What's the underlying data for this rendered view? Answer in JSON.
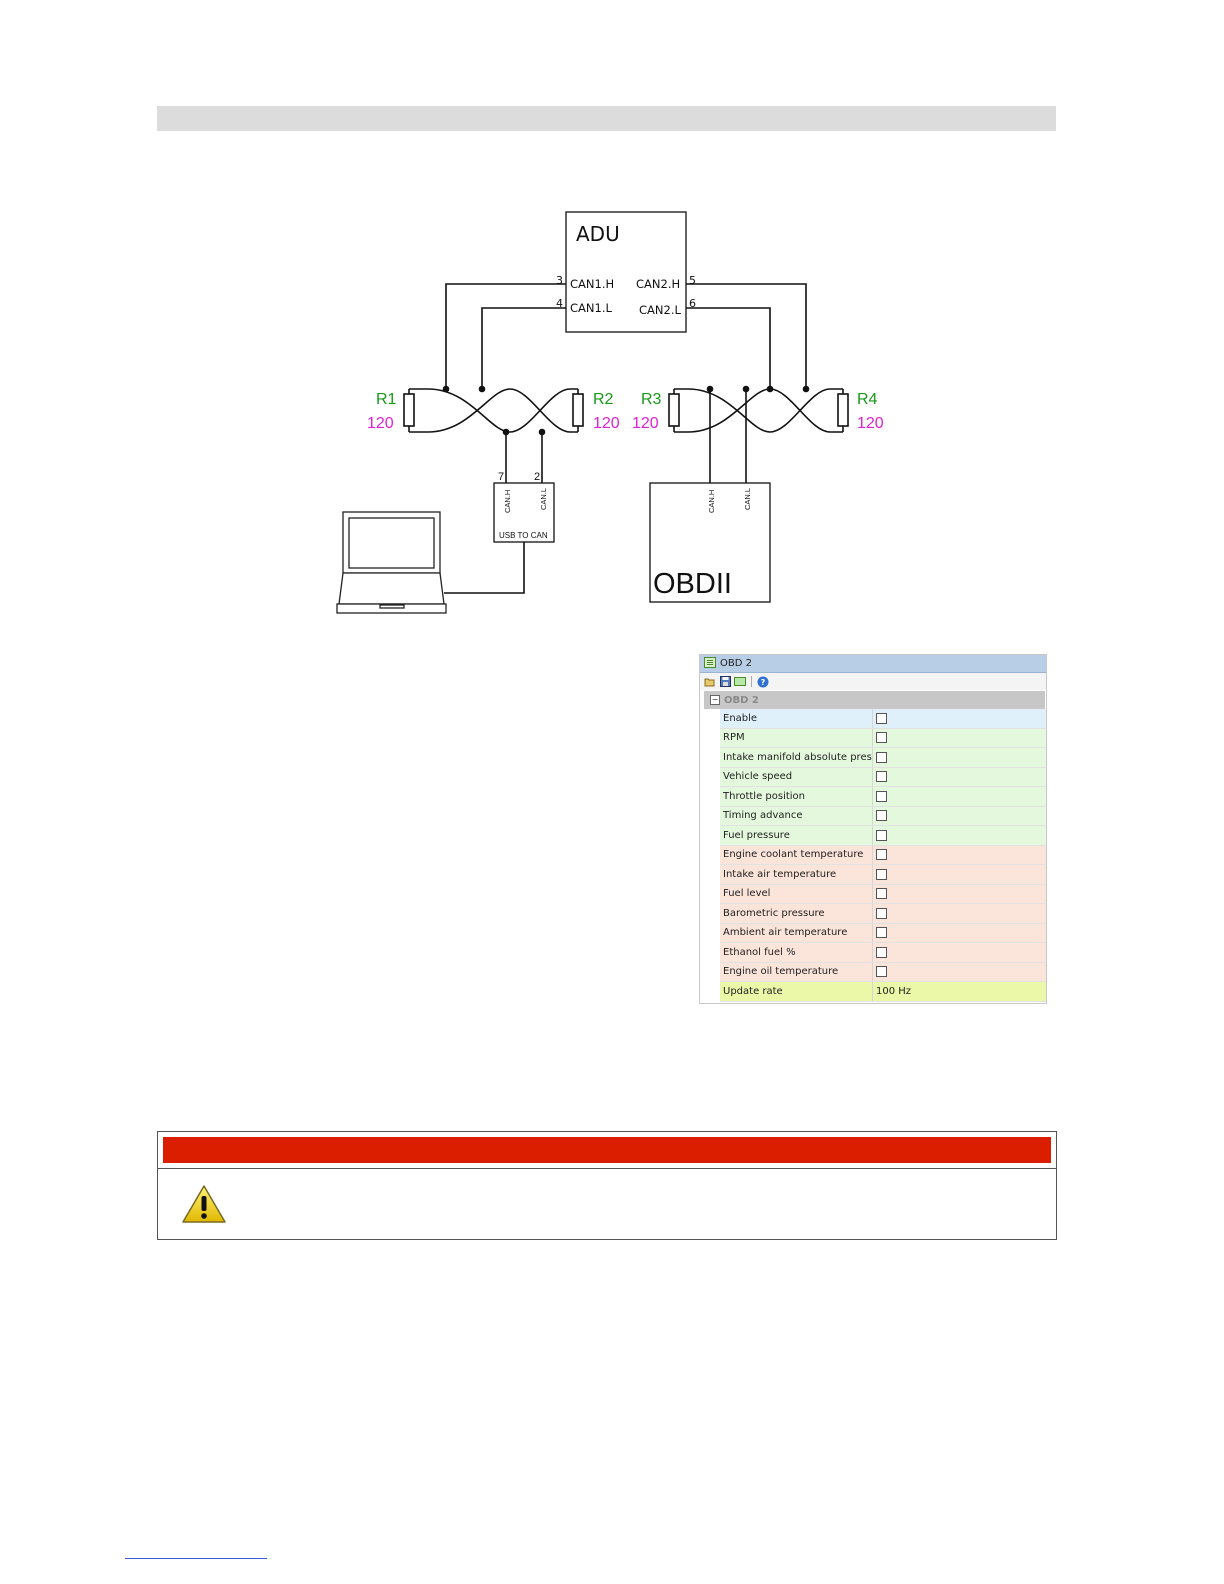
{
  "diagram": {
    "adu": {
      "title": "ADU",
      "can1_h": "CAN1.H",
      "can1_l": "CAN1.L",
      "can2_h": "CAN2.H",
      "can2_l": "CAN2.L",
      "pin_can1_h": "3",
      "pin_can1_l": "4",
      "pin_can2_h": "5",
      "pin_can2_l": "6"
    },
    "resistors": [
      {
        "name": "R1",
        "value": "120"
      },
      {
        "name": "R2",
        "value": "120"
      },
      {
        "name": "R3",
        "value": "120"
      },
      {
        "name": "R4",
        "value": "120"
      }
    ],
    "usb_can": {
      "label": "USB TO CAN",
      "can_h": "CAN.H",
      "can_l": "CAN.L",
      "pin_h": "7",
      "pin_l": "2"
    },
    "obd": {
      "title": "OBDII",
      "can_h": "CAN.H",
      "can_l": "CAN.L"
    },
    "colors": {
      "resistor_name": "#1a9a1a",
      "resistor_value": "#e020d8",
      "wire": "#111111"
    }
  },
  "obd_panel": {
    "title": "OBD 2",
    "toolbar": {
      "open_icon": "folder-open-icon",
      "save_icon": "save-icon",
      "screen_icon": "screen-icon",
      "help_icon": "help-icon"
    },
    "group": {
      "label": "OBD 2",
      "collapse_symbol": "−"
    },
    "rows": [
      {
        "label": "Enable",
        "kind": "check",
        "color": "blue"
      },
      {
        "label": "RPM",
        "kind": "check",
        "color": "green"
      },
      {
        "label": "Intake manifold absolute pressu",
        "kind": "check",
        "color": "green"
      },
      {
        "label": "Vehicle speed",
        "kind": "check",
        "color": "green"
      },
      {
        "label": "Throttle position",
        "kind": "check",
        "color": "green"
      },
      {
        "label": "Timing advance",
        "kind": "check",
        "color": "green"
      },
      {
        "label": "Fuel pressure",
        "kind": "check",
        "color": "green"
      },
      {
        "label": "Engine coolant temperature",
        "kind": "check",
        "color": "red"
      },
      {
        "label": "Intake air temperature",
        "kind": "check",
        "color": "red"
      },
      {
        "label": "Fuel level",
        "kind": "check",
        "color": "red"
      },
      {
        "label": "Barometric pressure",
        "kind": "check",
        "color": "red"
      },
      {
        "label": "Ambient air temperature",
        "kind": "check",
        "color": "red"
      },
      {
        "label": "Ethanol fuel %",
        "kind": "check",
        "color": "red"
      },
      {
        "label": "Engine oil temperature",
        "kind": "check",
        "color": "red"
      },
      {
        "label": "Update rate",
        "kind": "text",
        "value": "100 Hz",
        "color": "yellow"
      }
    ]
  },
  "warning": {
    "header_color": "#dc1e00",
    "icon": "warning-icon"
  }
}
